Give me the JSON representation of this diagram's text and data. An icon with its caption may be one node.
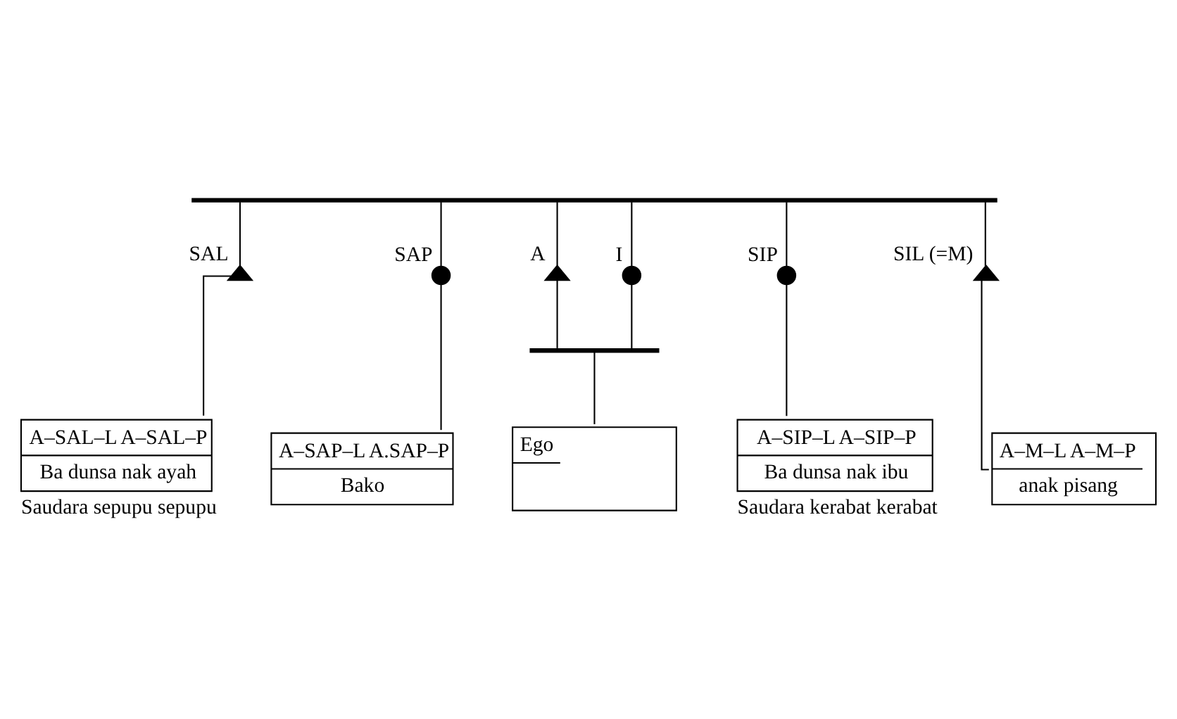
{
  "diagram": {
    "nodes": [
      {
        "text": [],
        "shape": "bar"
      },
      {
        "text": [],
        "shape": "triangle",
        "beside": [
          "SAL"
        ]
      },
      {
        "text": [],
        "shape": "circle",
        "beside": [
          "SAP"
        ]
      },
      {
        "text": [],
        "shape": "triangle",
        "beside": [
          "A"
        ]
      },
      {
        "text": [],
        "shape": "circle",
        "beside": [
          "I"
        ]
      },
      {
        "text": [],
        "shape": "circle",
        "beside": [
          "SIP"
        ]
      },
      {
        "text": [],
        "shape": "triangle",
        "beside": [
          "SIL (=M)"
        ]
      },
      {
        "text": [],
        "shape": "bar"
      },
      {
        "text": [
          "A–SAL–L A–SAL–P",
          "Ba dunsa nak ayah"
        ],
        "beside": [
          "Saudara sepupu sepupu"
        ]
      },
      {
        "text": [
          "A–SAP–L A.SAP–P",
          "Bako"
        ]
      },
      {
        "text": [
          "Ego"
        ]
      },
      {
        "text": [
          "A–SIP–L A–SIP–P",
          "Ba dunsa nak ibu"
        ],
        "beside": [
          "Saudara kerabat kerabat"
        ]
      },
      {
        "text": [
          "A–M–L A–M–P",
          "anak pisang"
        ]
      }
    ],
    "edges": [
      {
        "from": 0,
        "to": 1,
        "arrow": "none"
      },
      {
        "from": 0,
        "to": 2,
        "arrow": "none"
      },
      {
        "from": 0,
        "to": 3,
        "arrow": "none"
      },
      {
        "from": 0,
        "to": 4,
        "arrow": "none"
      },
      {
        "from": 0,
        "to": 5,
        "arrow": "none"
      },
      {
        "from": 0,
        "to": 6,
        "arrow": "none"
      },
      {
        "from": 1,
        "to": 8,
        "arrow": "none"
      },
      {
        "from": 2,
        "to": 9,
        "arrow": "none"
      },
      {
        "from": 3,
        "to": 7,
        "arrow": "none"
      },
      {
        "from": 4,
        "to": 7,
        "arrow": "none"
      },
      {
        "from": 7,
        "to": 10,
        "arrow": "none"
      },
      {
        "from": 5,
        "to": 11,
        "arrow": "none"
      },
      {
        "from": 6,
        "to": 12,
        "arrow": "none"
      }
    ]
  }
}
